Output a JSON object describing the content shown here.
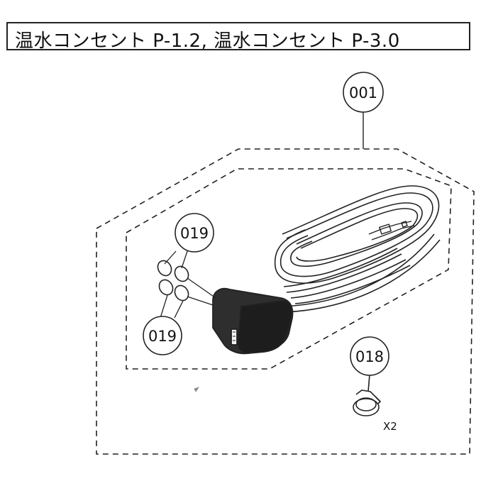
{
  "title": "温水コンセント P-1.2, 温水コンセント P-3.0",
  "parts": {
    "p001": "001",
    "p019_top": "019",
    "p019_bottom": "019",
    "p018": "018",
    "qty_018": "X2"
  }
}
